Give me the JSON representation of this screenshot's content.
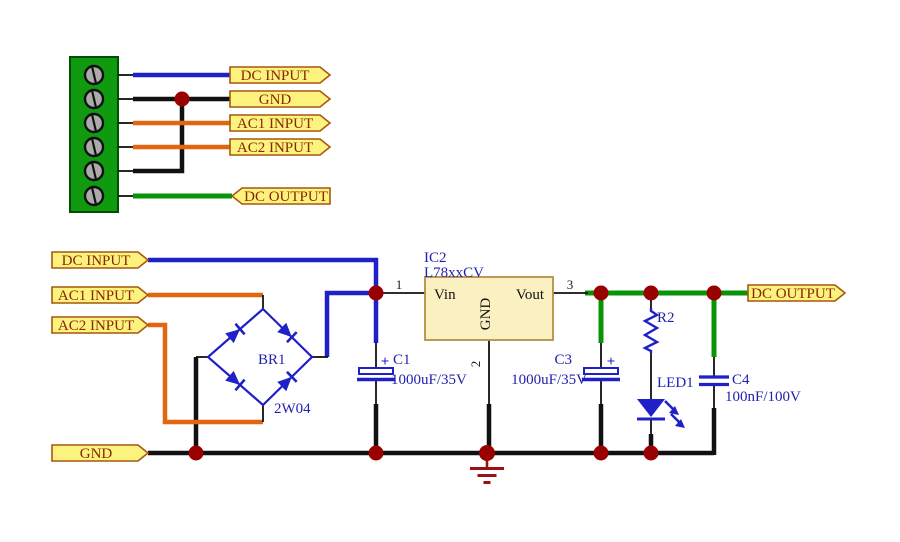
{
  "colors": {
    "wire_blue": "#2020c8",
    "wire_orange": "#e2650f",
    "wire_green": "#089408",
    "wire_black": "#111111",
    "junction_dot": "#990000",
    "flag_fill": "#fcf37e",
    "flag_border": "#a8570e",
    "flag_text": "#8b2500",
    "component_label_blue": "#2121b0",
    "ic_fill": "#fbf0c2",
    "ic_border": "#b39043",
    "connector_green": "#0f9a0f",
    "earth_ground_red": "#991111"
  },
  "top_section": {
    "flags": [
      {
        "label": "DC INPUT"
      },
      {
        "label": "GND"
      },
      {
        "label": "AC1 INPUT"
      },
      {
        "label": "AC2 INPUT"
      },
      {
        "label": "DC OUTPUT"
      }
    ]
  },
  "main_section": {
    "flags": [
      {
        "label": "DC INPUT"
      },
      {
        "label": "AC1 INPUT"
      },
      {
        "label": "AC2 INPUT"
      },
      {
        "label": "GND"
      },
      {
        "label": "DC OUTPUT"
      }
    ],
    "bridge": {
      "ref": "BR1",
      "value": "2W04"
    },
    "regulator": {
      "ref": "IC2",
      "value": "L78xxCV",
      "pin_in": "Vin",
      "pin_out": "Vout",
      "pin_gnd": "GND",
      "pin_num_in": "1",
      "pin_num_gnd": "2",
      "pin_num_out": "3"
    },
    "capacitors": [
      {
        "ref": "C1",
        "value": "1000uF/35V",
        "polarity": "+"
      },
      {
        "ref": "C3",
        "value": "1000uF/35V",
        "polarity": "+"
      },
      {
        "ref": "C4",
        "value": "100nF/100V"
      }
    ],
    "resistor": {
      "ref": "R2"
    },
    "led": {
      "ref": "LED1"
    }
  }
}
